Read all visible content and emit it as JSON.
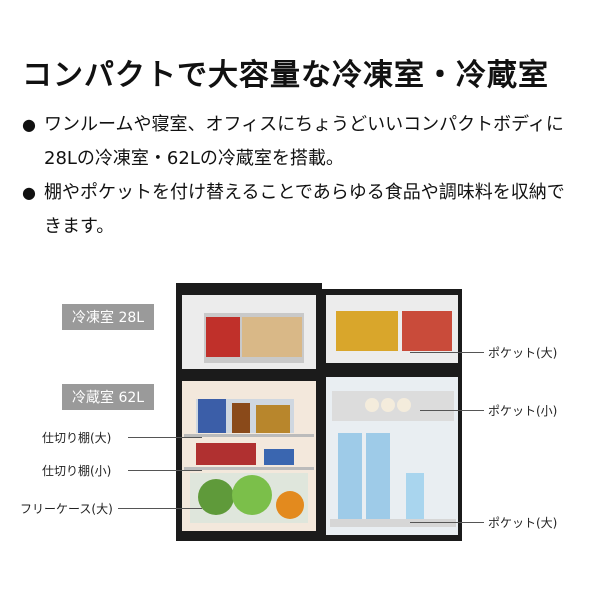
{
  "title": "コンパクトで大容量な冷凍室・冷蔵室",
  "bullets": [
    {
      "icon": "bullet-dot",
      "text": "ワンルームや寝室、オフィスにちょうどいいコンパクトボディに28Lの冷凍室・62Lの冷蔵室を搭載。"
    },
    {
      "icon": "bullet-dot",
      "text": "棚やポケットを付け替えることであらゆる食品や調味料を収納できます。"
    }
  ],
  "tags": {
    "freezer": "冷凍室 28L",
    "fridge": "冷蔵室 62L"
  },
  "left_labels": {
    "shelf_large": "仕切り棚(大)",
    "shelf_small": "仕切り棚(小)",
    "free_case": "フリーケース(大)"
  },
  "right_labels": {
    "pocket_top": "ポケット(大)",
    "pocket_mid": "ポケット(小)",
    "pocket_bottom": "ポケット(大)"
  },
  "colors": {
    "fridge_body": "#1b1b1b",
    "tag_bg": "#9a9a9a",
    "interior": "#f0f0f0"
  }
}
